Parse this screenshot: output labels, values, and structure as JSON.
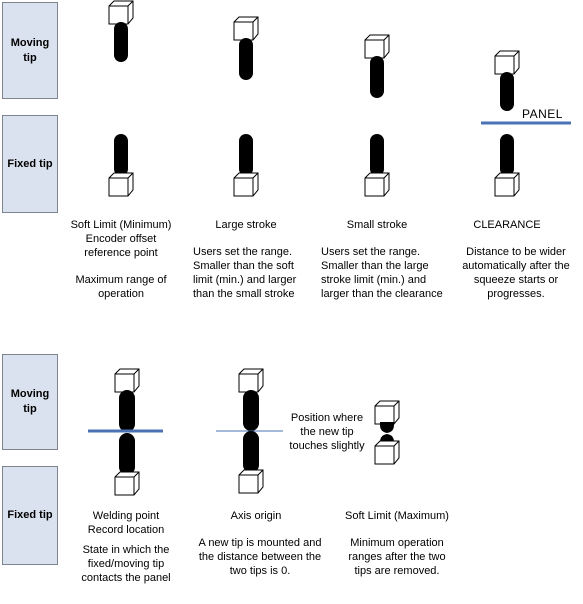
{
  "rows": {
    "moving_label": "Moving tip",
    "fixed_label": "Fixed tip"
  },
  "top": {
    "panel_label": "PANEL",
    "columns": [
      {
        "title_lines": [
          "Soft Limit (Minimum)",
          "Encoder offset",
          "reference point"
        ],
        "desc_lines": [
          "Maximum range of",
          "operation"
        ]
      },
      {
        "title_lines": [
          "Large stroke"
        ],
        "desc_lines": [
          "Users set the range.",
          "Smaller than the soft",
          "limit (min.) and larger",
          "than the small stroke"
        ]
      },
      {
        "title_lines": [
          "Small stroke"
        ],
        "desc_lines": [
          "Users set the range.",
          "Smaller than the large",
          "stroke limit (min.) and",
          "larger than the clearance"
        ]
      },
      {
        "title_lines": [
          "CLEARANCE"
        ],
        "desc_lines": [
          "Distance to be wider",
          "automatically after the",
          "squeeze starts or",
          "progresses."
        ]
      }
    ]
  },
  "bottom": {
    "touch_note_lines": [
      "Position where",
      "the new tip",
      "touches slightly"
    ],
    "columns": [
      {
        "title_lines": [
          "Welding point",
          "Record location"
        ],
        "desc_lines": [
          "State in which the",
          "fixed/moving tip",
          "contacts the panel"
        ]
      },
      {
        "title_lines": [
          "Axis origin"
        ],
        "desc_lines": [
          "A new tip is mounted and",
          "the distance between the",
          "two tips is 0."
        ]
      },
      {
        "title_lines": [
          "Soft Limit (Maximum)"
        ],
        "desc_lines": [
          "Minimum operation",
          "ranges after the two",
          "tips are removed."
        ]
      }
    ]
  },
  "colors": {
    "label_box_fill": "#dbe2ef",
    "label_box_border": "#7f8590",
    "panel_line": "#4a72b5",
    "tip_fill": "#000000"
  }
}
